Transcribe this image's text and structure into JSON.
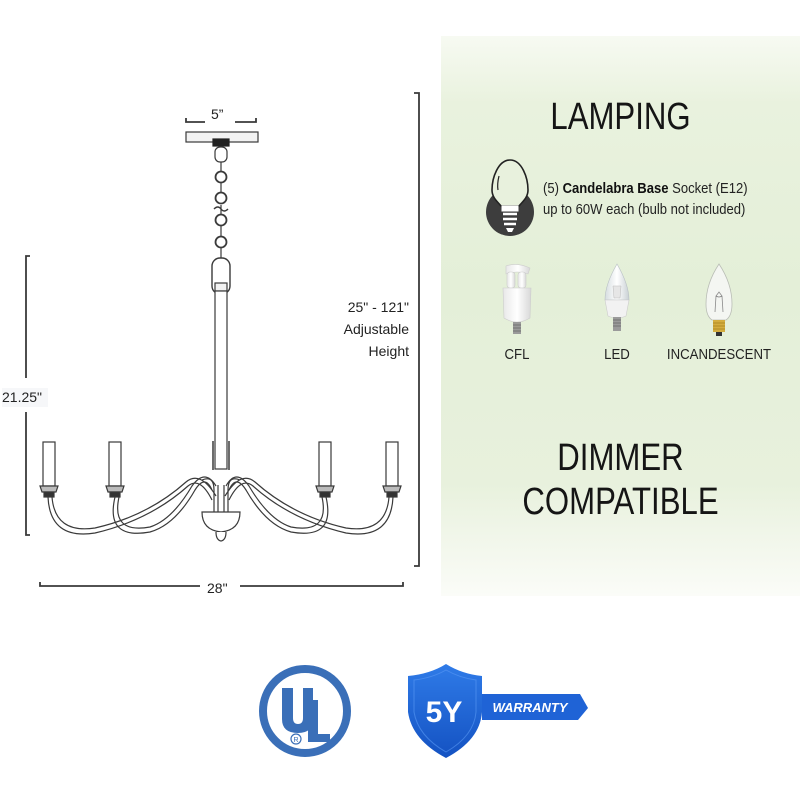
{
  "diagram": {
    "canopy_width": "5”",
    "fixture_height": "21.25\"",
    "fixture_width": "28\"",
    "adjustable_height": {
      "range": "25\" - 121\"",
      "line2": "Adjustable",
      "line3": "Height"
    },
    "arms_count": 5,
    "line_color": "#3a3a3a"
  },
  "lamping": {
    "title": "LAMPING",
    "socket": {
      "count": "(5)",
      "type_bold": "Candelabra Base",
      "suffix": "Socket (E12)",
      "line2": "up to 60W each (bulb not included)"
    },
    "icon": "candelabra-bulb-icon",
    "bulb_types": [
      {
        "label": "CFL",
        "icon": "cfl-bulb-icon"
      },
      {
        "label": "LED",
        "icon": "led-bulb-icon"
      },
      {
        "label": "INCANDESCENT",
        "icon": "incandescent-bulb-icon"
      }
    ]
  },
  "dimmer": {
    "line1": "DIMMER",
    "line2": "COMPATIBLE"
  },
  "badges": {
    "ul": {
      "text": "UL",
      "registered": "R",
      "color": "#3a6fb8"
    },
    "warranty": {
      "years": "5Y",
      "label": "WARRANTY",
      "color": "#1f63d6"
    }
  },
  "colors": {
    "panel_green": "#e6f0da",
    "text": "#1a1a1a",
    "badge_dark": "#3d3d3d"
  }
}
